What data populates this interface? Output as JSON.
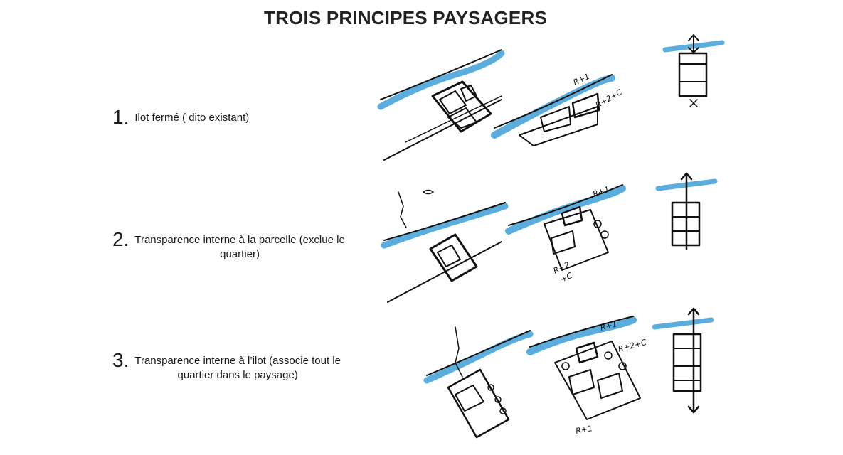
{
  "title": "TROIS PRINCIPES PAYSAGERS",
  "principles": [
    {
      "number": "1.",
      "line1": "Ilot fermé ( dito existant)",
      "line2": ""
    },
    {
      "number": "2.",
      "line1": "Transparence interne à la parcelle (exclue le",
      "line2": "quartier)"
    },
    {
      "number": "3.",
      "line1": "Transparence interne à l’ilot (associe tout le",
      "line2": "quartier dans le paysage)"
    }
  ],
  "sketch_labels": {
    "r1": "R+1",
    "r2c": "R+2+C",
    "r2c_split_a": "R+2",
    "r2c_split_b": "+C"
  },
  "colors": {
    "ink": "#111111",
    "blue": "#3d9fd6"
  }
}
